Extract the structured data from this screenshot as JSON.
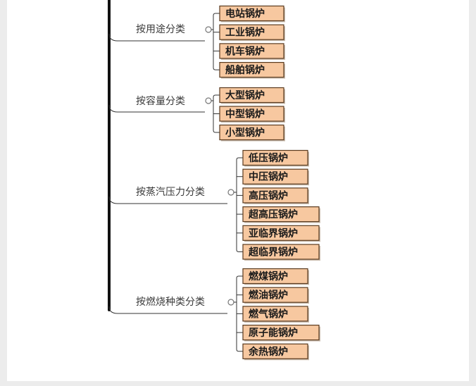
{
  "diagram": {
    "branches": [
      {
        "label": "按用途分类",
        "items": [
          "电站锅炉",
          "工业锅炉",
          "机车锅炉",
          "船舶锅炉"
        ]
      },
      {
        "label": "按容量分类",
        "items": [
          "大型锅炉",
          "中型锅炉",
          "小型锅炉"
        ]
      },
      {
        "label": "按蒸汽压力分类",
        "items": [
          "低压锅炉",
          "中压锅炉",
          "高压锅炉",
          "超高压锅炉",
          "亚临界锅炉",
          "超临界锅炉"
        ]
      },
      {
        "label": "按燃烧种类分类",
        "items": [
          "燃煤锅炉",
          "燃油锅炉",
          "燃气锅炉",
          "原子能锅炉",
          "余热锅炉"
        ]
      }
    ]
  }
}
